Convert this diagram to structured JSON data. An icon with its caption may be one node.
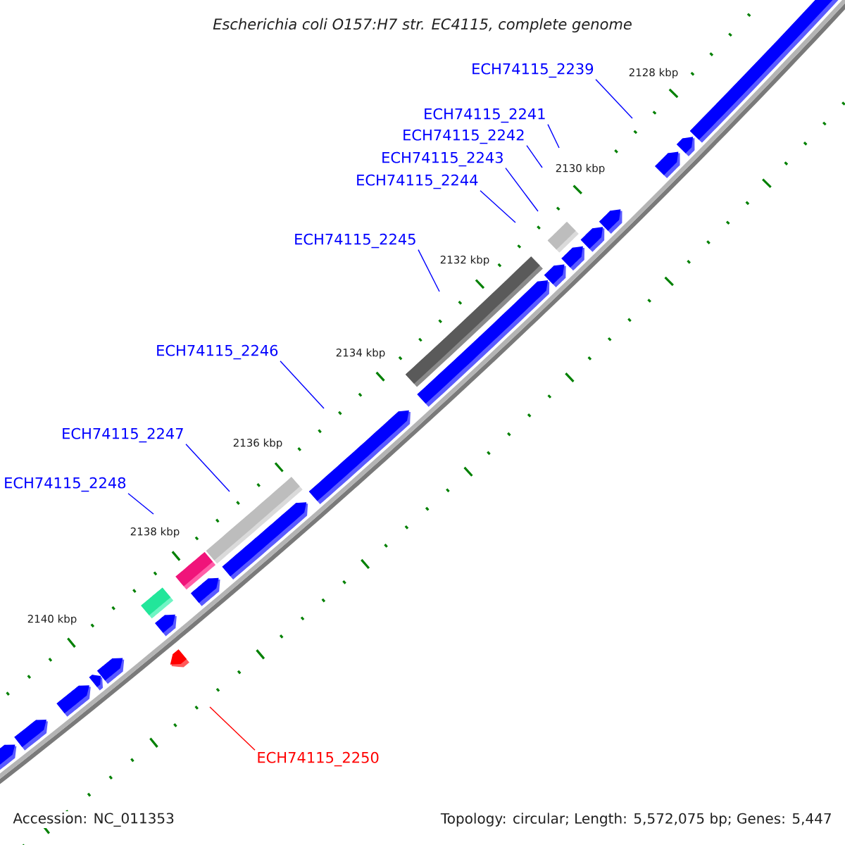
{
  "diagram": {
    "title": "Escherichia coli O157:H7 str. EC4115, complete genome",
    "nodes": [
      {
        "text": [
          "ECH74115_2239"
        ]
      },
      {
        "text": [
          "ECH74115_2241"
        ]
      },
      {
        "text": [
          "ECH74115_2242"
        ]
      },
      {
        "text": [
          "ECH74115_2243"
        ]
      },
      {
        "text": [
          "ECH74115_2244"
        ]
      },
      {
        "text": [
          "ECH74115_2245"
        ]
      },
      {
        "text": [
          "ECH74115_2246"
        ]
      },
      {
        "text": [
          "ECH74115_2247"
        ]
      },
      {
        "text": [
          "ECH74115_2248"
        ]
      },
      {
        "text": [
          "ECH74115_2250"
        ]
      }
    ],
    "edges": [
      {
        "from": 0,
        "to": null,
        "arrow": "none"
      },
      {
        "from": 1,
        "to": null,
        "arrow": "none"
      },
      {
        "from": 2,
        "to": null,
        "arrow": "none"
      },
      {
        "from": 3,
        "to": null,
        "arrow": "none"
      },
      {
        "from": 4,
        "to": null,
        "arrow": "none"
      },
      {
        "from": 5,
        "to": null,
        "arrow": "none"
      },
      {
        "from": 6,
        "to": null,
        "arrow": "none"
      },
      {
        "from": 7,
        "to": null,
        "arrow": "none"
      },
      {
        "from": 8,
        "to": null,
        "arrow": "none"
      },
      {
        "from": 9,
        "to": null,
        "arrow": "none",
        "color": "#ff0000"
      }
    ],
    "labels": [
      "2128 kbp",
      "2130 kbp",
      "2132 kbp",
      "2134 kbp",
      "2136 kbp",
      "2138 kbp",
      "2140 kbp",
      "Accession: NC_011353",
      "Topology: circular; Length: 5,572,075 bp; Genes: 5,447"
    ]
  }
}
